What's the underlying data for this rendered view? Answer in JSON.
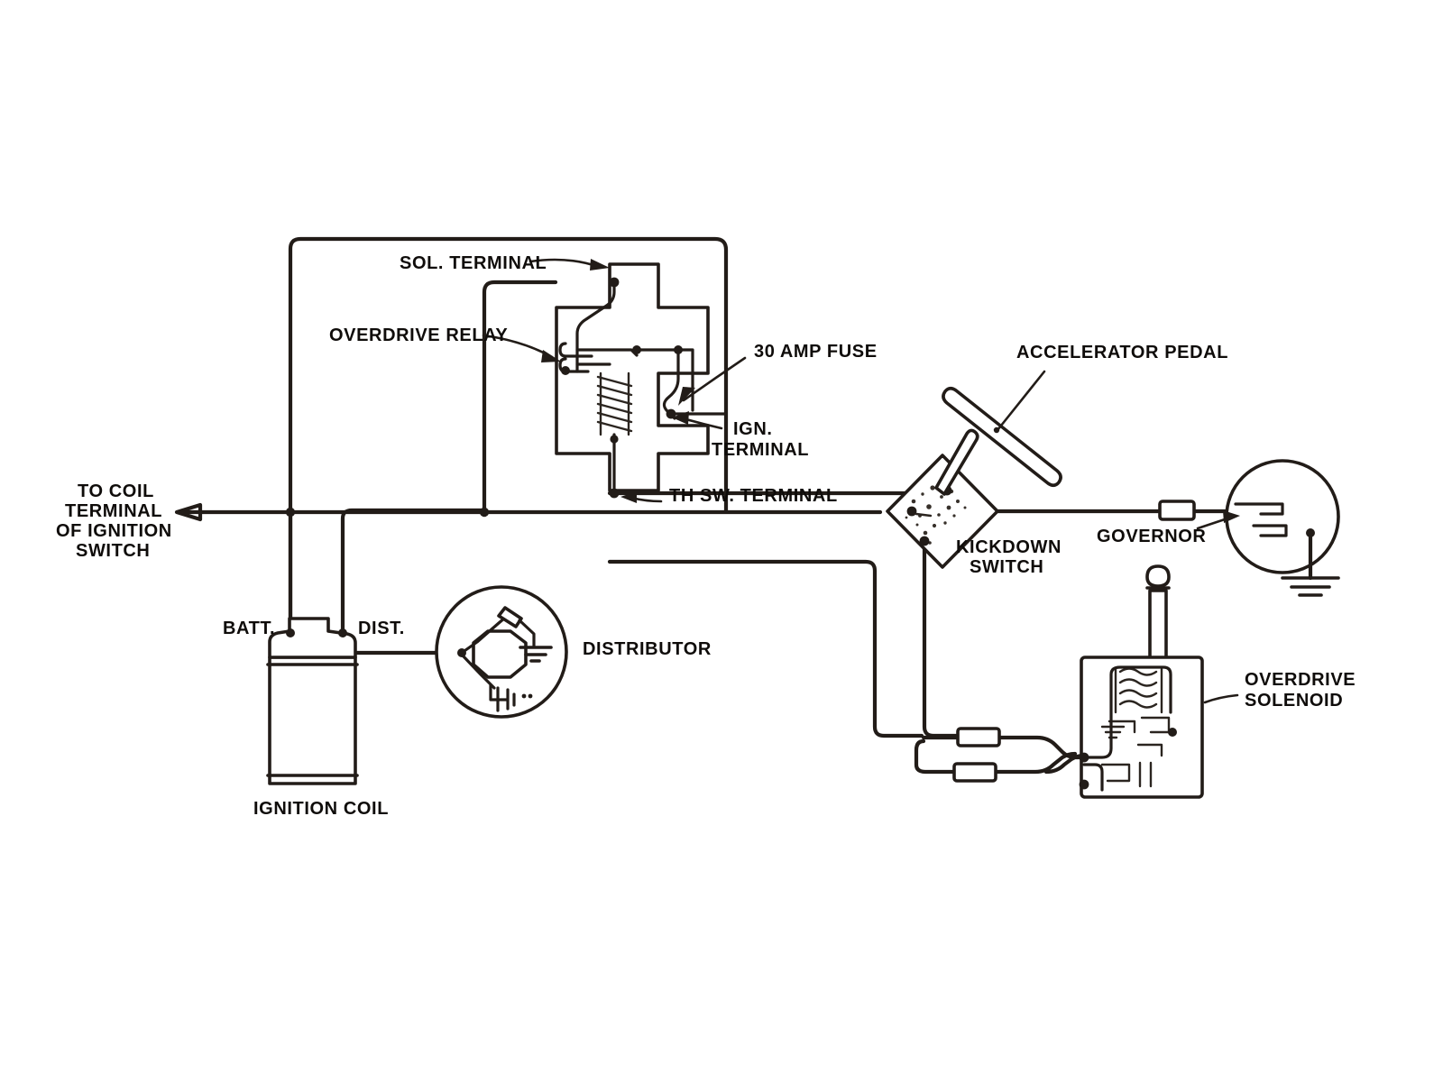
{
  "diagram": {
    "title": "Overdrive Electrical Wiring Diagram",
    "background_color": "#ffffff",
    "ink_color": "#221c18"
  },
  "labels": {
    "sol_terminal": "SOL. TERMINAL",
    "overdrive_relay": "OVERDRIVE RELAY",
    "fuse_30_amp": "30 AMP FUSE",
    "ign_terminal_line1": "IGN.",
    "ign_terminal_line2": "TERMINAL",
    "th_sw_terminal": "TH SW. TERMINAL",
    "accelerator_pedal": "ACCELERATOR PEDAL",
    "kickdown_switch_line1": "KICKDOWN",
    "kickdown_switch_line2": "SWITCH",
    "governor": "GOVERNOR",
    "overdrive_solenoid_line1": "OVERDRIVE",
    "overdrive_solenoid_line2": "SOLENOID",
    "to_coil_line1": "TO COIL",
    "to_coil_line2": "TERMINAL",
    "to_coil_line3": "OF IGNITION",
    "to_coil_line4": "SWITCH",
    "batt_terminal": "BATT.",
    "dist_terminal": "DIST.",
    "distributor": "DISTRIBUTOR",
    "ignition_coil": "IGNITION COIL"
  },
  "components": [
    {
      "name": "overdrive-relay",
      "label": "OVERDRIVE RELAY",
      "type": "relay",
      "terminals": [
        "SOL. TERMINAL",
        "IGN. TERMINAL",
        "TH SW. TERMINAL"
      ],
      "contains": [
        "30 AMP FUSE",
        "relay coil winding",
        "contact points"
      ]
    },
    {
      "name": "kickdown-switch",
      "label": "KICKDOWN SWITCH",
      "type": "switch",
      "shape": "diamond",
      "actuated_by": "ACCELERATOR PEDAL"
    },
    {
      "name": "accelerator-pedal",
      "label": "ACCELERATOR PEDAL",
      "type": "mechanical-linkage"
    },
    {
      "name": "governor",
      "label": "GOVERNOR",
      "type": "speed-switch",
      "shape": "circle",
      "grounded": true
    },
    {
      "name": "overdrive-solenoid",
      "label": "OVERDRIVE SOLENOID",
      "type": "solenoid",
      "shape": "box-with-plunger"
    },
    {
      "name": "ignition-coil",
      "label": "IGNITION COIL",
      "type": "coil",
      "terminals": [
        "BATT.",
        "DIST."
      ]
    },
    {
      "name": "distributor",
      "label": "DISTRIBUTOR",
      "type": "distributor",
      "shape": "circle",
      "contains": [
        "breaker points",
        "cam",
        "condenser",
        "ground"
      ]
    }
  ],
  "connections": [
    {
      "from": "ignition-coil BATT.",
      "to": "SOL. TERMINAL",
      "via": "top bus"
    },
    {
      "from": "ignition-coil BATT.",
      "to": "TO COIL TERMINAL OF IGNITION SWITCH",
      "via": "left branch"
    },
    {
      "from": "ignition-coil DIST.",
      "to": "distributor",
      "via": "right branch"
    },
    {
      "from": "IGN. TERMINAL",
      "to": "kickdown-switch",
      "via": "horizontal run"
    },
    {
      "from": "TH SW. TERMINAL",
      "to": "kickdown-switch",
      "via": "horizontal run"
    },
    {
      "from": "kickdown-switch",
      "to": "governor",
      "via": "fuse link"
    },
    {
      "from": "kickdown-switch",
      "to": "overdrive-solenoid",
      "via": "two connector links"
    },
    {
      "from": "governor",
      "to": "ground",
      "via": "ground symbol"
    }
  ]
}
